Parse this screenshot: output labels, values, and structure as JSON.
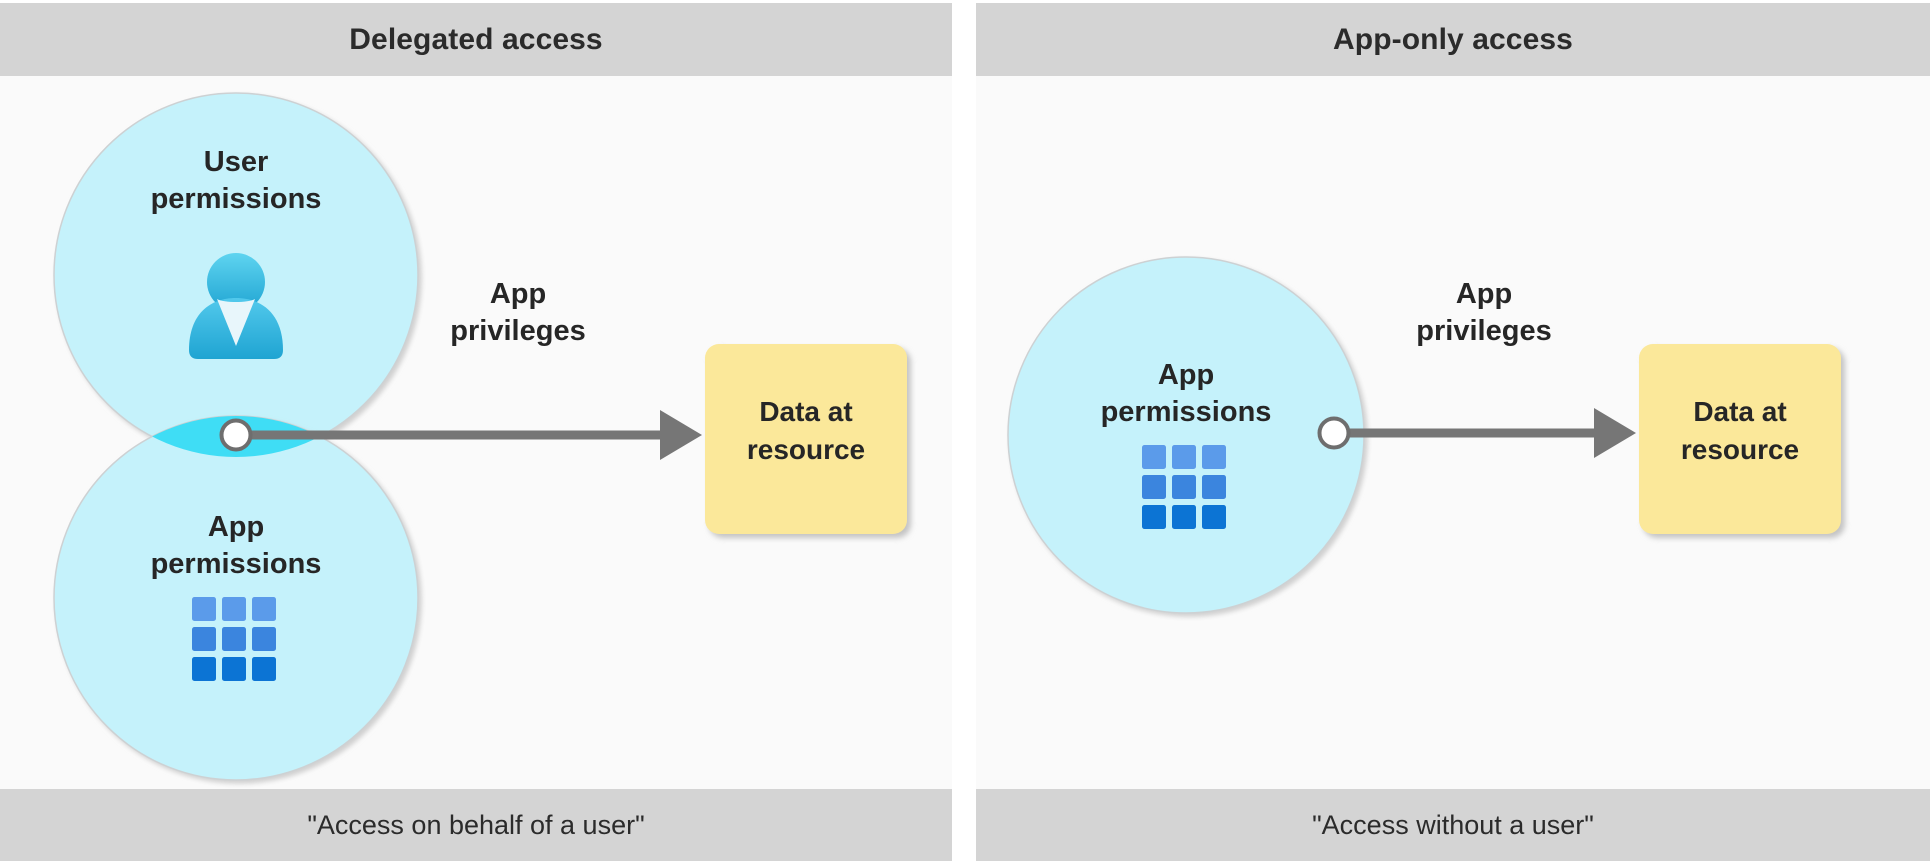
{
  "diagram": {
    "title_left": "Delegated access",
    "title_right": "App-only access"
  },
  "colors": {
    "header_bg": "#d4d4d4",
    "footer_bg": "#d4d4d4",
    "panel_bg": "#fafafa",
    "circle_fill": "#c5f2fb",
    "circle_stroke": "#c9cdcf",
    "intersection_fill": "#3fddf5",
    "connector_stroke": "#6e6e6e",
    "connector_fill": "#ffffff",
    "arrow_color": "#767676",
    "resource_fill": "#fbe89a",
    "resource_shadow": "#d9d9d9",
    "grid_top": "#5b9bea",
    "grid_mid": "#3b85de",
    "grid_bottom": "#0c74d4",
    "user_icon_light": "#54cdee",
    "user_icon_dark": "#22a6d4",
    "text_dark": "#262626"
  },
  "panels": [
    {
      "id": "delegated-access",
      "header": "Delegated access",
      "footer": "\"Access on behalf of a user\"",
      "circles": [
        {
          "label_line1": "User",
          "label_line2": "permissions",
          "icon": "user-icon"
        },
        {
          "label_line1": "App",
          "label_line2": "permissions",
          "icon": "app-grid-icon"
        }
      ],
      "arrow_label_line1": "App",
      "arrow_label_line2": "privileges",
      "resource_line1": "Data at",
      "resource_line2": "resource"
    },
    {
      "id": "app-only-access",
      "header": "App-only access",
      "footer": "\"Access without a user\"",
      "circles": [
        {
          "label_line1": "App",
          "label_line2": "permissions",
          "icon": "app-grid-icon"
        }
      ],
      "arrow_label_line1": "App",
      "arrow_label_line2": "privileges",
      "resource_line1": "Data at",
      "resource_line2": "resource"
    }
  ]
}
